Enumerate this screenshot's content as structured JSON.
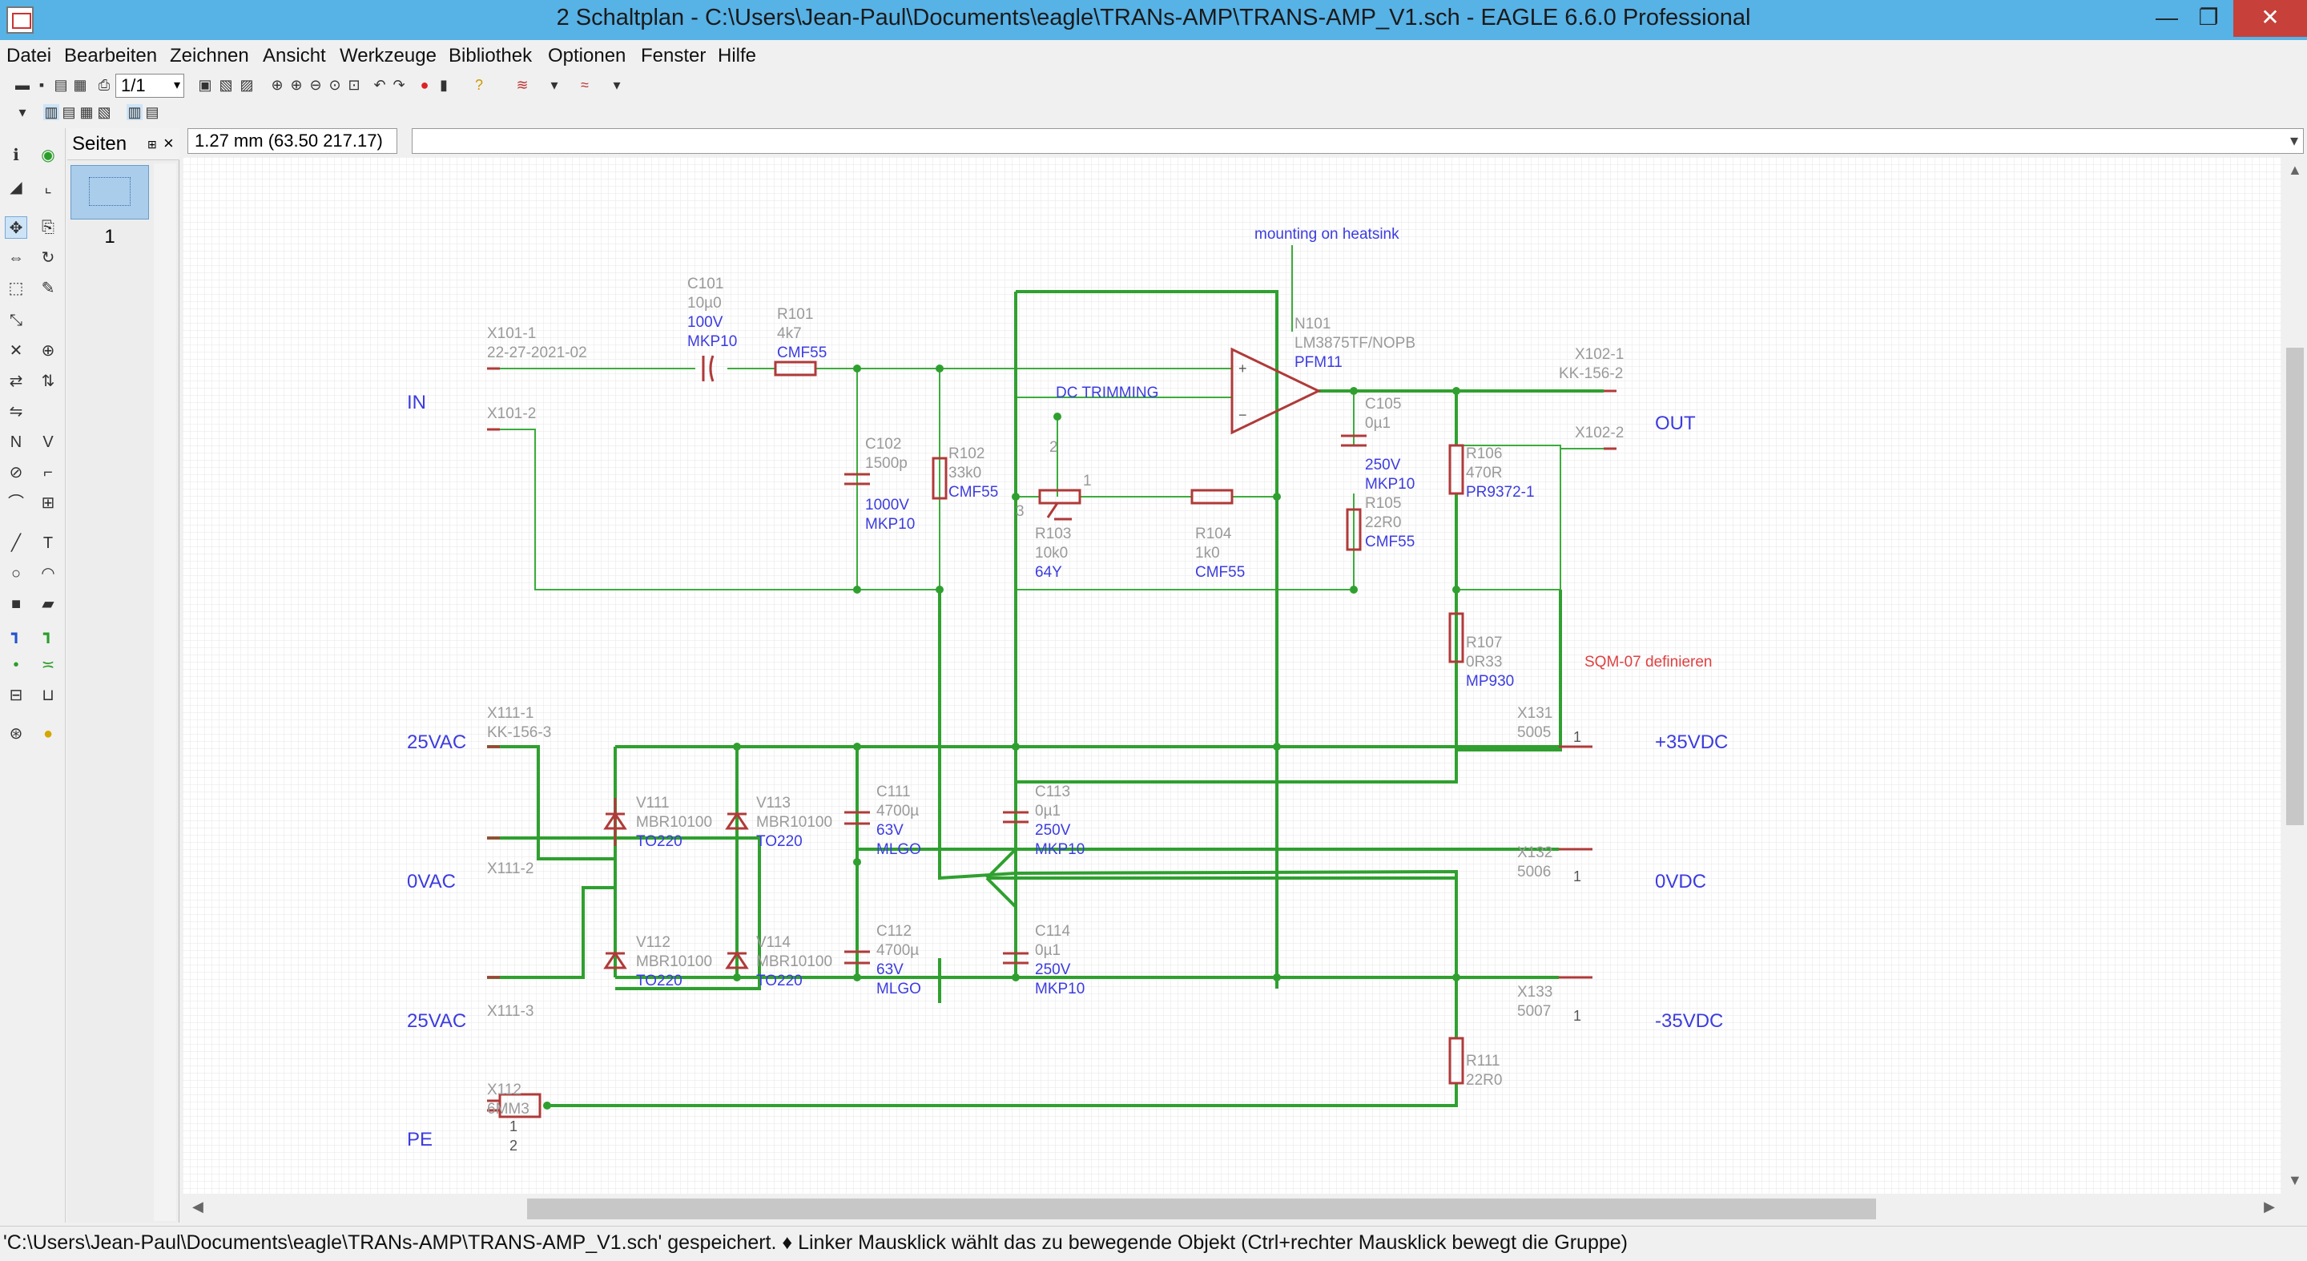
{
  "window": {
    "title": "2 Schaltplan - C:\\Users\\Jean-Paul\\Documents\\eagle\\TRANs-AMP\\TRANS-AMP_V1.sch - EAGLE 6.6.0 Professional",
    "minimize": "—",
    "maximize": "❐",
    "close": "✕"
  },
  "menu": [
    "Datei",
    "Bearbeiten",
    "Zeichnen",
    "Ansicht",
    "Werkzeuge",
    "Bibliothek",
    "Optionen",
    "Fenster",
    "Hilfe"
  ],
  "toolbar": {
    "sheet_select": "1/1"
  },
  "pages_panel": {
    "title": "Seiten",
    "page_number": "1"
  },
  "coord": {
    "value": "1.27 mm (63.50 217.17)"
  },
  "schematic": {
    "net_labels": {
      "in": "IN",
      "out": "OUT",
      "vac25_top": "25VAC",
      "vac0": "0VAC",
      "vac25_bottom": "25VAC",
      "pe": "PE",
      "p35": "+35VDC",
      "zero": "0VDC",
      "n35": "-35VDC"
    },
    "notes": {
      "heatsink": "mounting on heatsink",
      "dc_trimming": "DC TRIMMING",
      "sqm": "SQM-07 definieren"
    },
    "parts": {
      "x101_1": {
        "name": "X101-1",
        "value": "22-27-2021-02"
      },
      "x101_2": {
        "name": "X101-2"
      },
      "c101": {
        "name": "C101",
        "value": "10µ0",
        "v1": "100V",
        "v2": "MKP10"
      },
      "r101": {
        "name": "R101",
        "value": "4k7",
        "v1": "CMF55"
      },
      "c102": {
        "name": "C102",
        "value": "1500p",
        "v1": "1000V",
        "v2": "MKP10"
      },
      "r102": {
        "name": "R102",
        "value": "33k0",
        "v1": "CMF55"
      },
      "n101": {
        "name": "N101",
        "value": "LM3875TF/NOPB",
        "v1": "PFM11"
      },
      "r103": {
        "name": "R103",
        "value": "10k0",
        "v1": "64Y"
      },
      "r104": {
        "name": "R104",
        "value": "1k0",
        "v1": "CMF55"
      },
      "c105": {
        "name": "C105",
        "value": "0µ1",
        "v1": "250V",
        "v2": "MKP10"
      },
      "r105": {
        "name": "R105",
        "value": "22R0",
        "v1": "CMF55"
      },
      "r106": {
        "name": "R106",
        "value": "470R",
        "v1": "PR9372-1"
      },
      "r107": {
        "name": "R107",
        "value": "0R33",
        "v1": "MP930"
      },
      "x102_1": {
        "name": "X102-1",
        "value": "KK-156-2"
      },
      "x102_2": {
        "name": "X102-2"
      },
      "x111_1": {
        "name": "X111-1",
        "value": "KK-156-3"
      },
      "x111_2": {
        "name": "X111-2"
      },
      "x111_3": {
        "name": "X111-3"
      },
      "v111": {
        "name": "V111",
        "value": "MBR10100",
        "v1": "TO220"
      },
      "v112": {
        "name": "V112",
        "value": "MBR10100",
        "v1": "TO220"
      },
      "v113": {
        "name": "V113",
        "value": "MBR10100",
        "v1": "TO220"
      },
      "v114": {
        "name": "V114",
        "value": "MBR10100",
        "v1": "TO220"
      },
      "c111": {
        "name": "C111",
        "value": "4700µ",
        "v1": "63V",
        "v2": "MLGO"
      },
      "c112": {
        "name": "C112",
        "value": "4700µ",
        "v1": "63V",
        "v2": "MLGO"
      },
      "c113": {
        "name": "C113",
        "value": "0µ1",
        "v1": "250V",
        "v2": "MKP10"
      },
      "c114": {
        "name": "C114",
        "value": "0µ1",
        "v1": "250V",
        "v2": "MKP10"
      },
      "x131": {
        "name": "X131",
        "value": "5005",
        "pin": "1"
      },
      "x132": {
        "name": "X132",
        "value": "5006",
        "pin": "1"
      },
      "x133": {
        "name": "X133",
        "value": "5007",
        "pin": "1"
      },
      "r111": {
        "name": "R111",
        "value": "22R0"
      },
      "x112": {
        "name": "X112",
        "value": "6MM3",
        "pin1": "1",
        "pin2": "2"
      }
    },
    "pin_numbers": {
      "p1": "1",
      "p2": "2",
      "p3": "3",
      "plus": "+",
      "minus": "−"
    }
  },
  "status": {
    "message": "'C:\\Users\\Jean-Paul\\Documents\\eagle\\TRANs-AMP\\TRANS-AMP_V1.sch' gespeichert.  ♦ Linker Mausklick wählt das zu bewegende Objekt (Ctrl+rechter Mausklick bewegt die Gruppe)"
  },
  "colors": {
    "titlebar": "#57b2e6",
    "net": "#2fa02f",
    "part": "#b03a3a",
    "label": "#3c3ce0",
    "attr": "#9a9a9a",
    "note_red": "#e04040"
  }
}
